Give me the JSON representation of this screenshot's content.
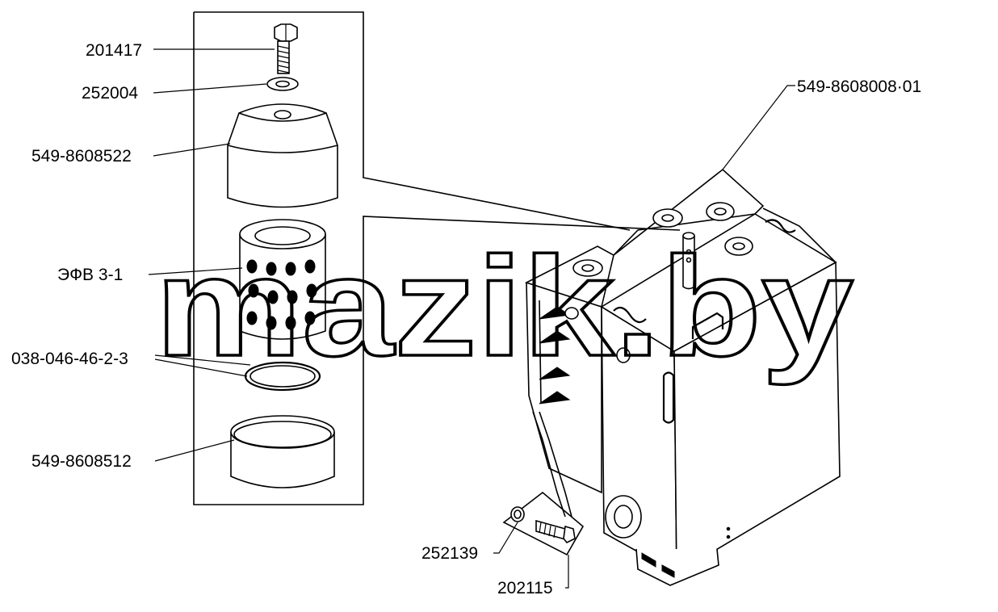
{
  "labels": {
    "bolt_top": "201417",
    "washer_top": "252004",
    "filter_cap": "549-8608522",
    "filter_element": "ЭФВ 3-1",
    "seal_ring": "038-046-46-2-3",
    "filter_cup": "549-8608512",
    "tank_assembly": "549-8608008·01",
    "washer_bottom": "252139",
    "bolt_bottom": "202115"
  },
  "watermark": "mazik.by",
  "colors": {
    "ink": "#000000",
    "paper": "#ffffff"
  }
}
